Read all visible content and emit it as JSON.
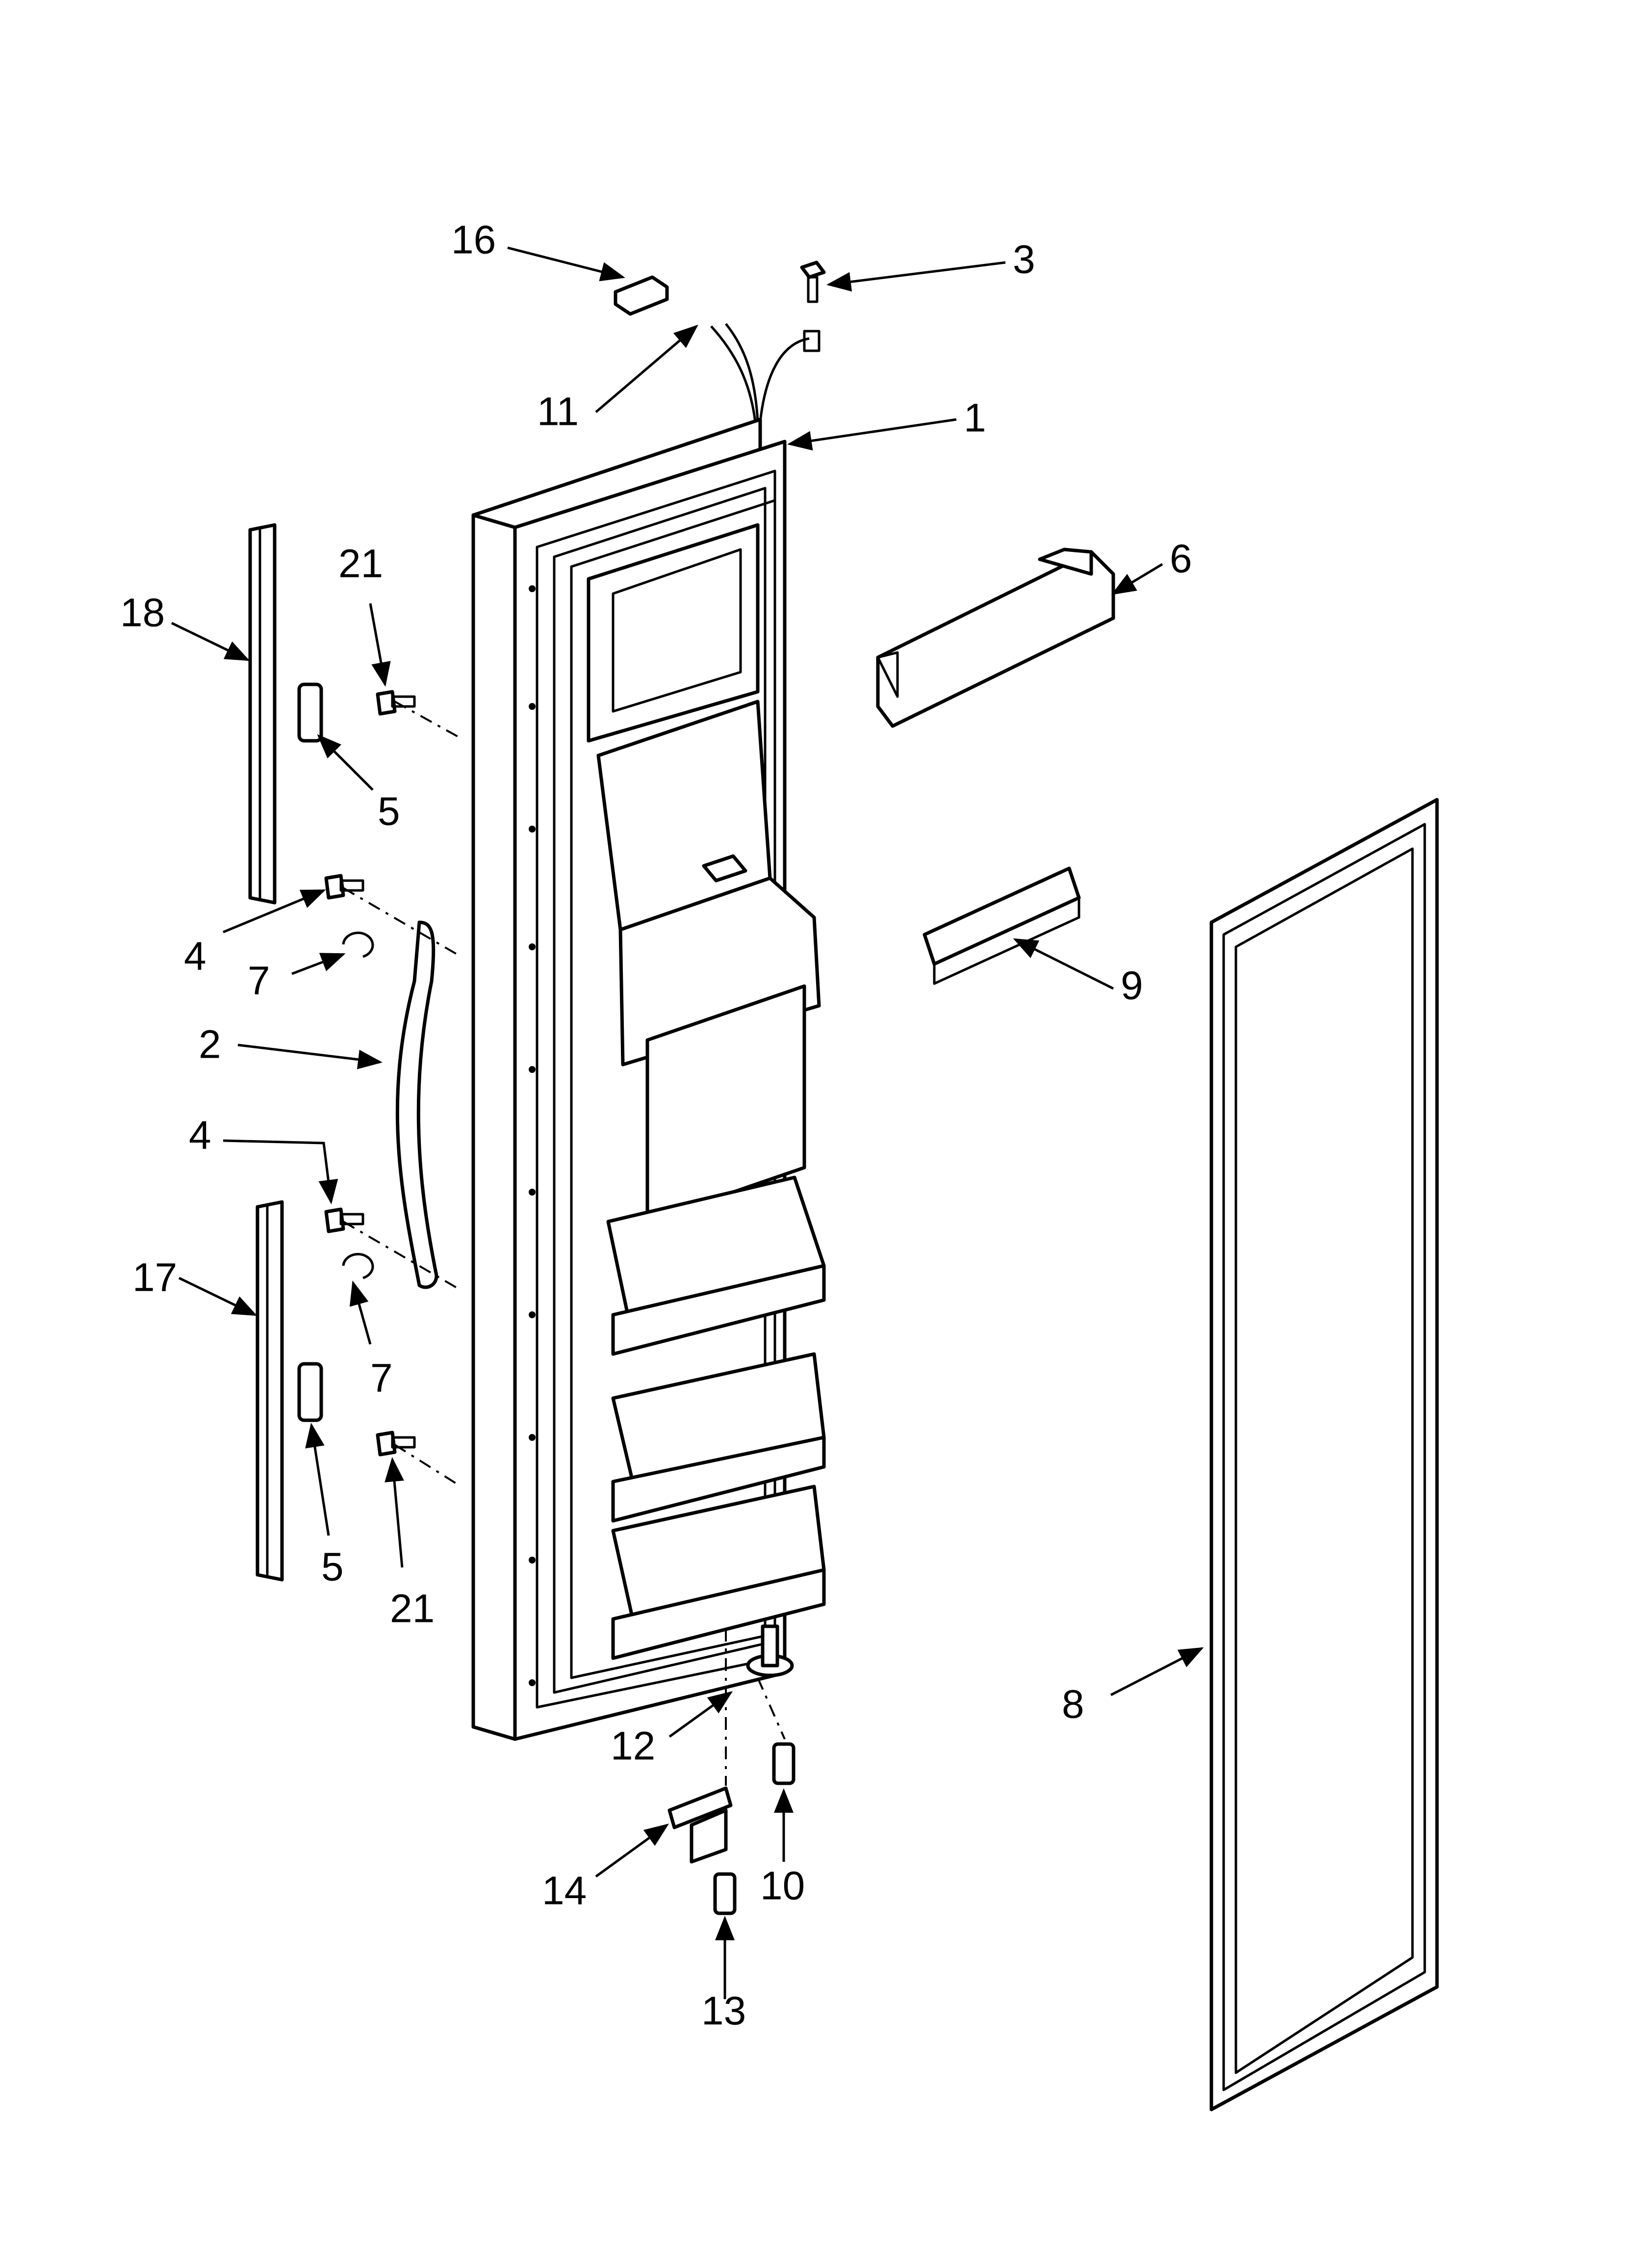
{
  "diagram": {
    "type": "exploded-parts",
    "callouts": [
      {
        "id": "c16",
        "text": "16"
      },
      {
        "id": "c3",
        "text": "3"
      },
      {
        "id": "c11",
        "text": "11"
      },
      {
        "id": "c1",
        "text": "1"
      },
      {
        "id": "c6",
        "text": "6"
      },
      {
        "id": "c18",
        "text": "18"
      },
      {
        "id": "c21a",
        "text": "21"
      },
      {
        "id": "c5a",
        "text": "5"
      },
      {
        "id": "c4a",
        "text": "4"
      },
      {
        "id": "c7a",
        "text": "7"
      },
      {
        "id": "c9",
        "text": "9"
      },
      {
        "id": "c2",
        "text": "2"
      },
      {
        "id": "c4b",
        "text": "4"
      },
      {
        "id": "c17",
        "text": "17"
      },
      {
        "id": "c7b",
        "text": "7"
      },
      {
        "id": "c5b",
        "text": "5"
      },
      {
        "id": "c21b",
        "text": "21"
      },
      {
        "id": "c8",
        "text": "8"
      },
      {
        "id": "c12",
        "text": "12"
      },
      {
        "id": "c14",
        "text": "14"
      },
      {
        "id": "c10",
        "text": "10"
      },
      {
        "id": "c13",
        "text": "13"
      }
    ]
  }
}
